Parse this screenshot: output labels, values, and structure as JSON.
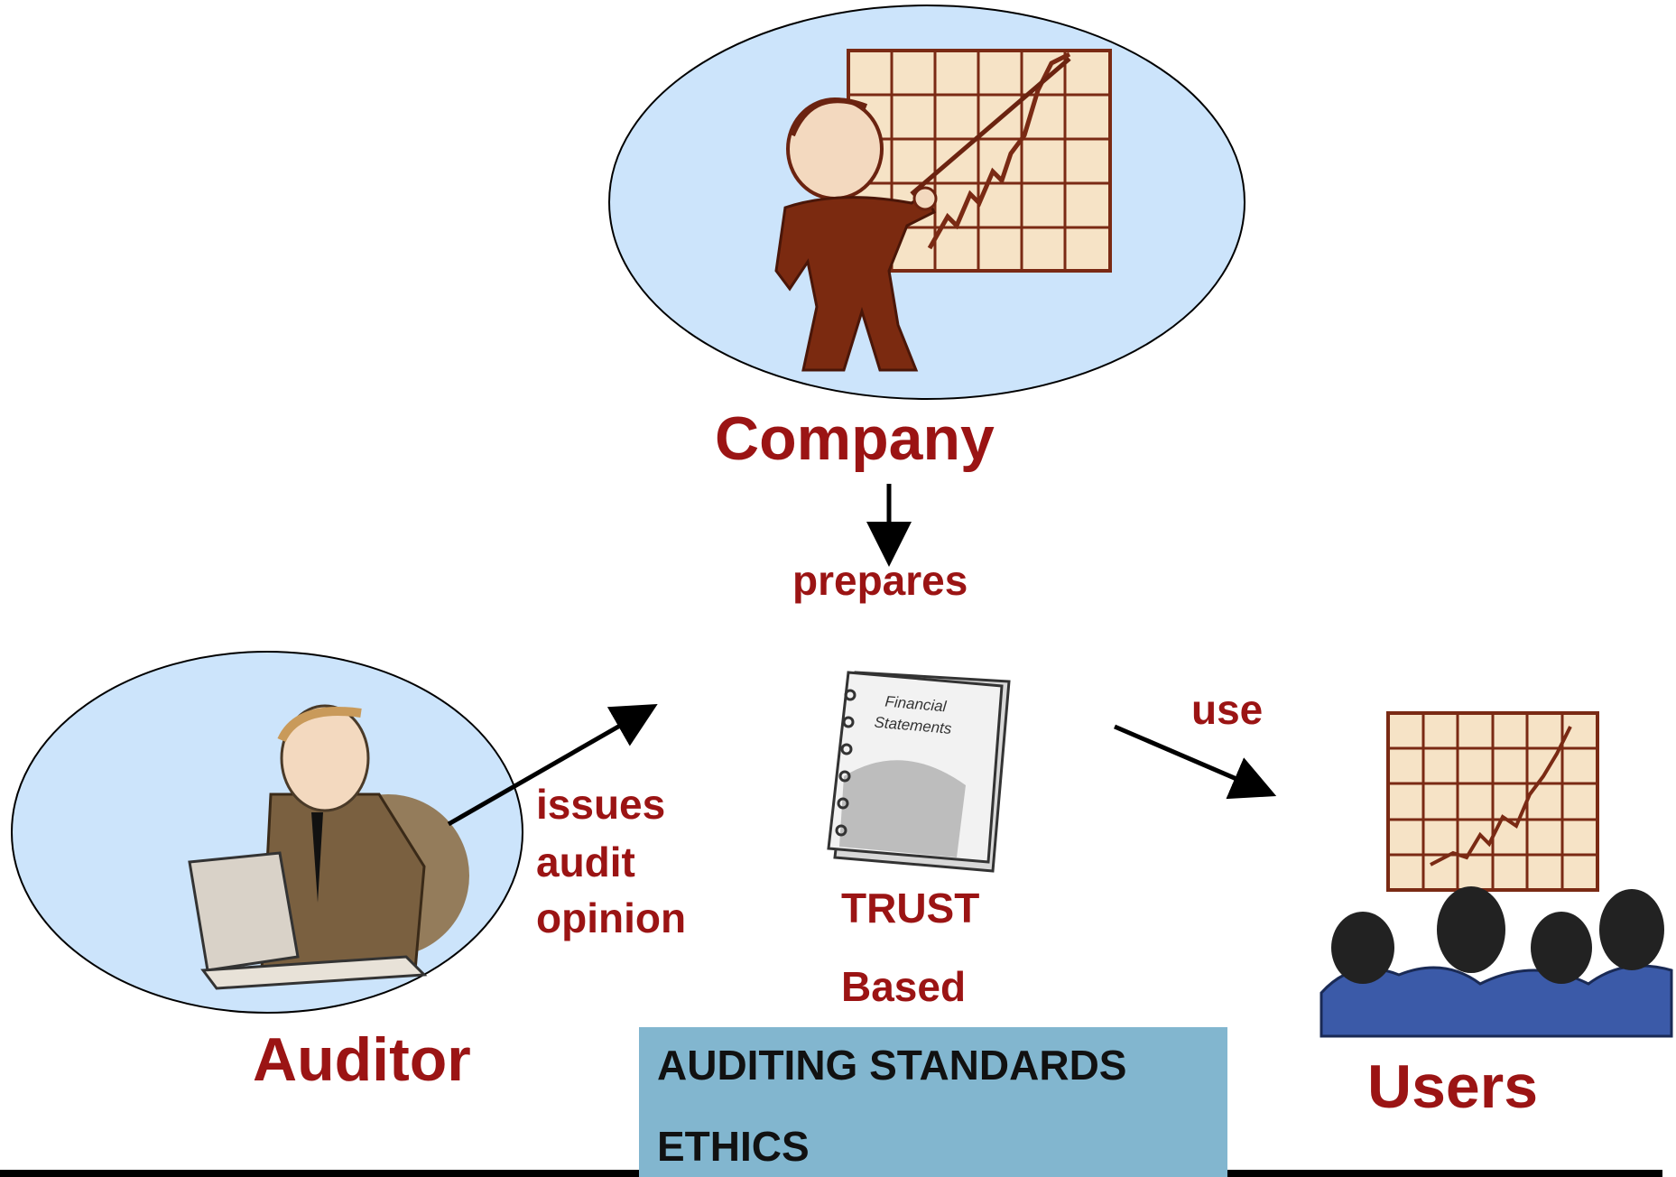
{
  "nodes": {
    "company": "Company",
    "auditor": "Auditor",
    "users": "Users"
  },
  "edges": {
    "prepares": "prepares",
    "issues_line1": "issues",
    "issues_line2": "audit",
    "issues_line3": "opinion",
    "use": "use"
  },
  "center": {
    "book_title_line1": "Financial",
    "book_title_line2": "Statements",
    "trust": "TRUST",
    "based": "Based"
  },
  "foundation": {
    "line1": "AUDITING STANDARDS",
    "line2": "ETHICS"
  },
  "colors": {
    "label": "#9b1414",
    "ellipse_fill": "#cce4fb",
    "foundation_fill": "#82b6cf",
    "chart_bg": "#f6e3c6",
    "chart_grid": "#7a2a14"
  }
}
